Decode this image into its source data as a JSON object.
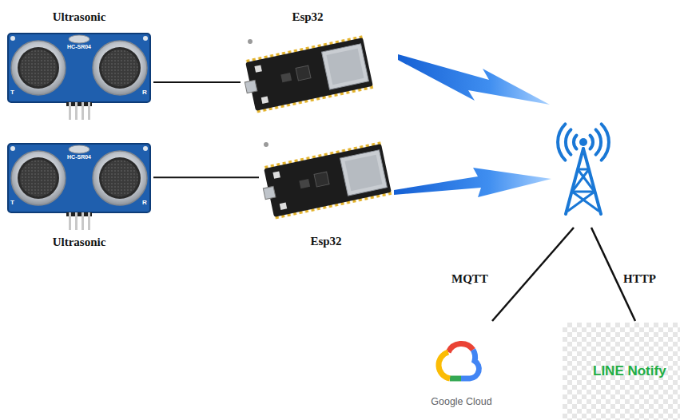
{
  "diagram": {
    "nodes": [
      {
        "text": [
          "Ultrasonic"
        ]
      },
      {
        "text": [
          "Esp32"
        ]
      },
      {
        "text": [
          "Ultrasonic"
        ]
      },
      {
        "text": [
          "Esp32"
        ]
      },
      {
        "text": [
          "Google Cloud"
        ]
      },
      {
        "text": [
          "LINE Notify"
        ]
      }
    ],
    "edges": [
      {
        "from": 0,
        "to": 1,
        "arrow": "none"
      },
      {
        "from": 2,
        "to": 3,
        "arrow": "none"
      }
    ],
    "labels": [
      "HC-SR04",
      "T",
      "R",
      "HC-SR04",
      "T",
      "R",
      "MQTT",
      "HTTP"
    ]
  }
}
